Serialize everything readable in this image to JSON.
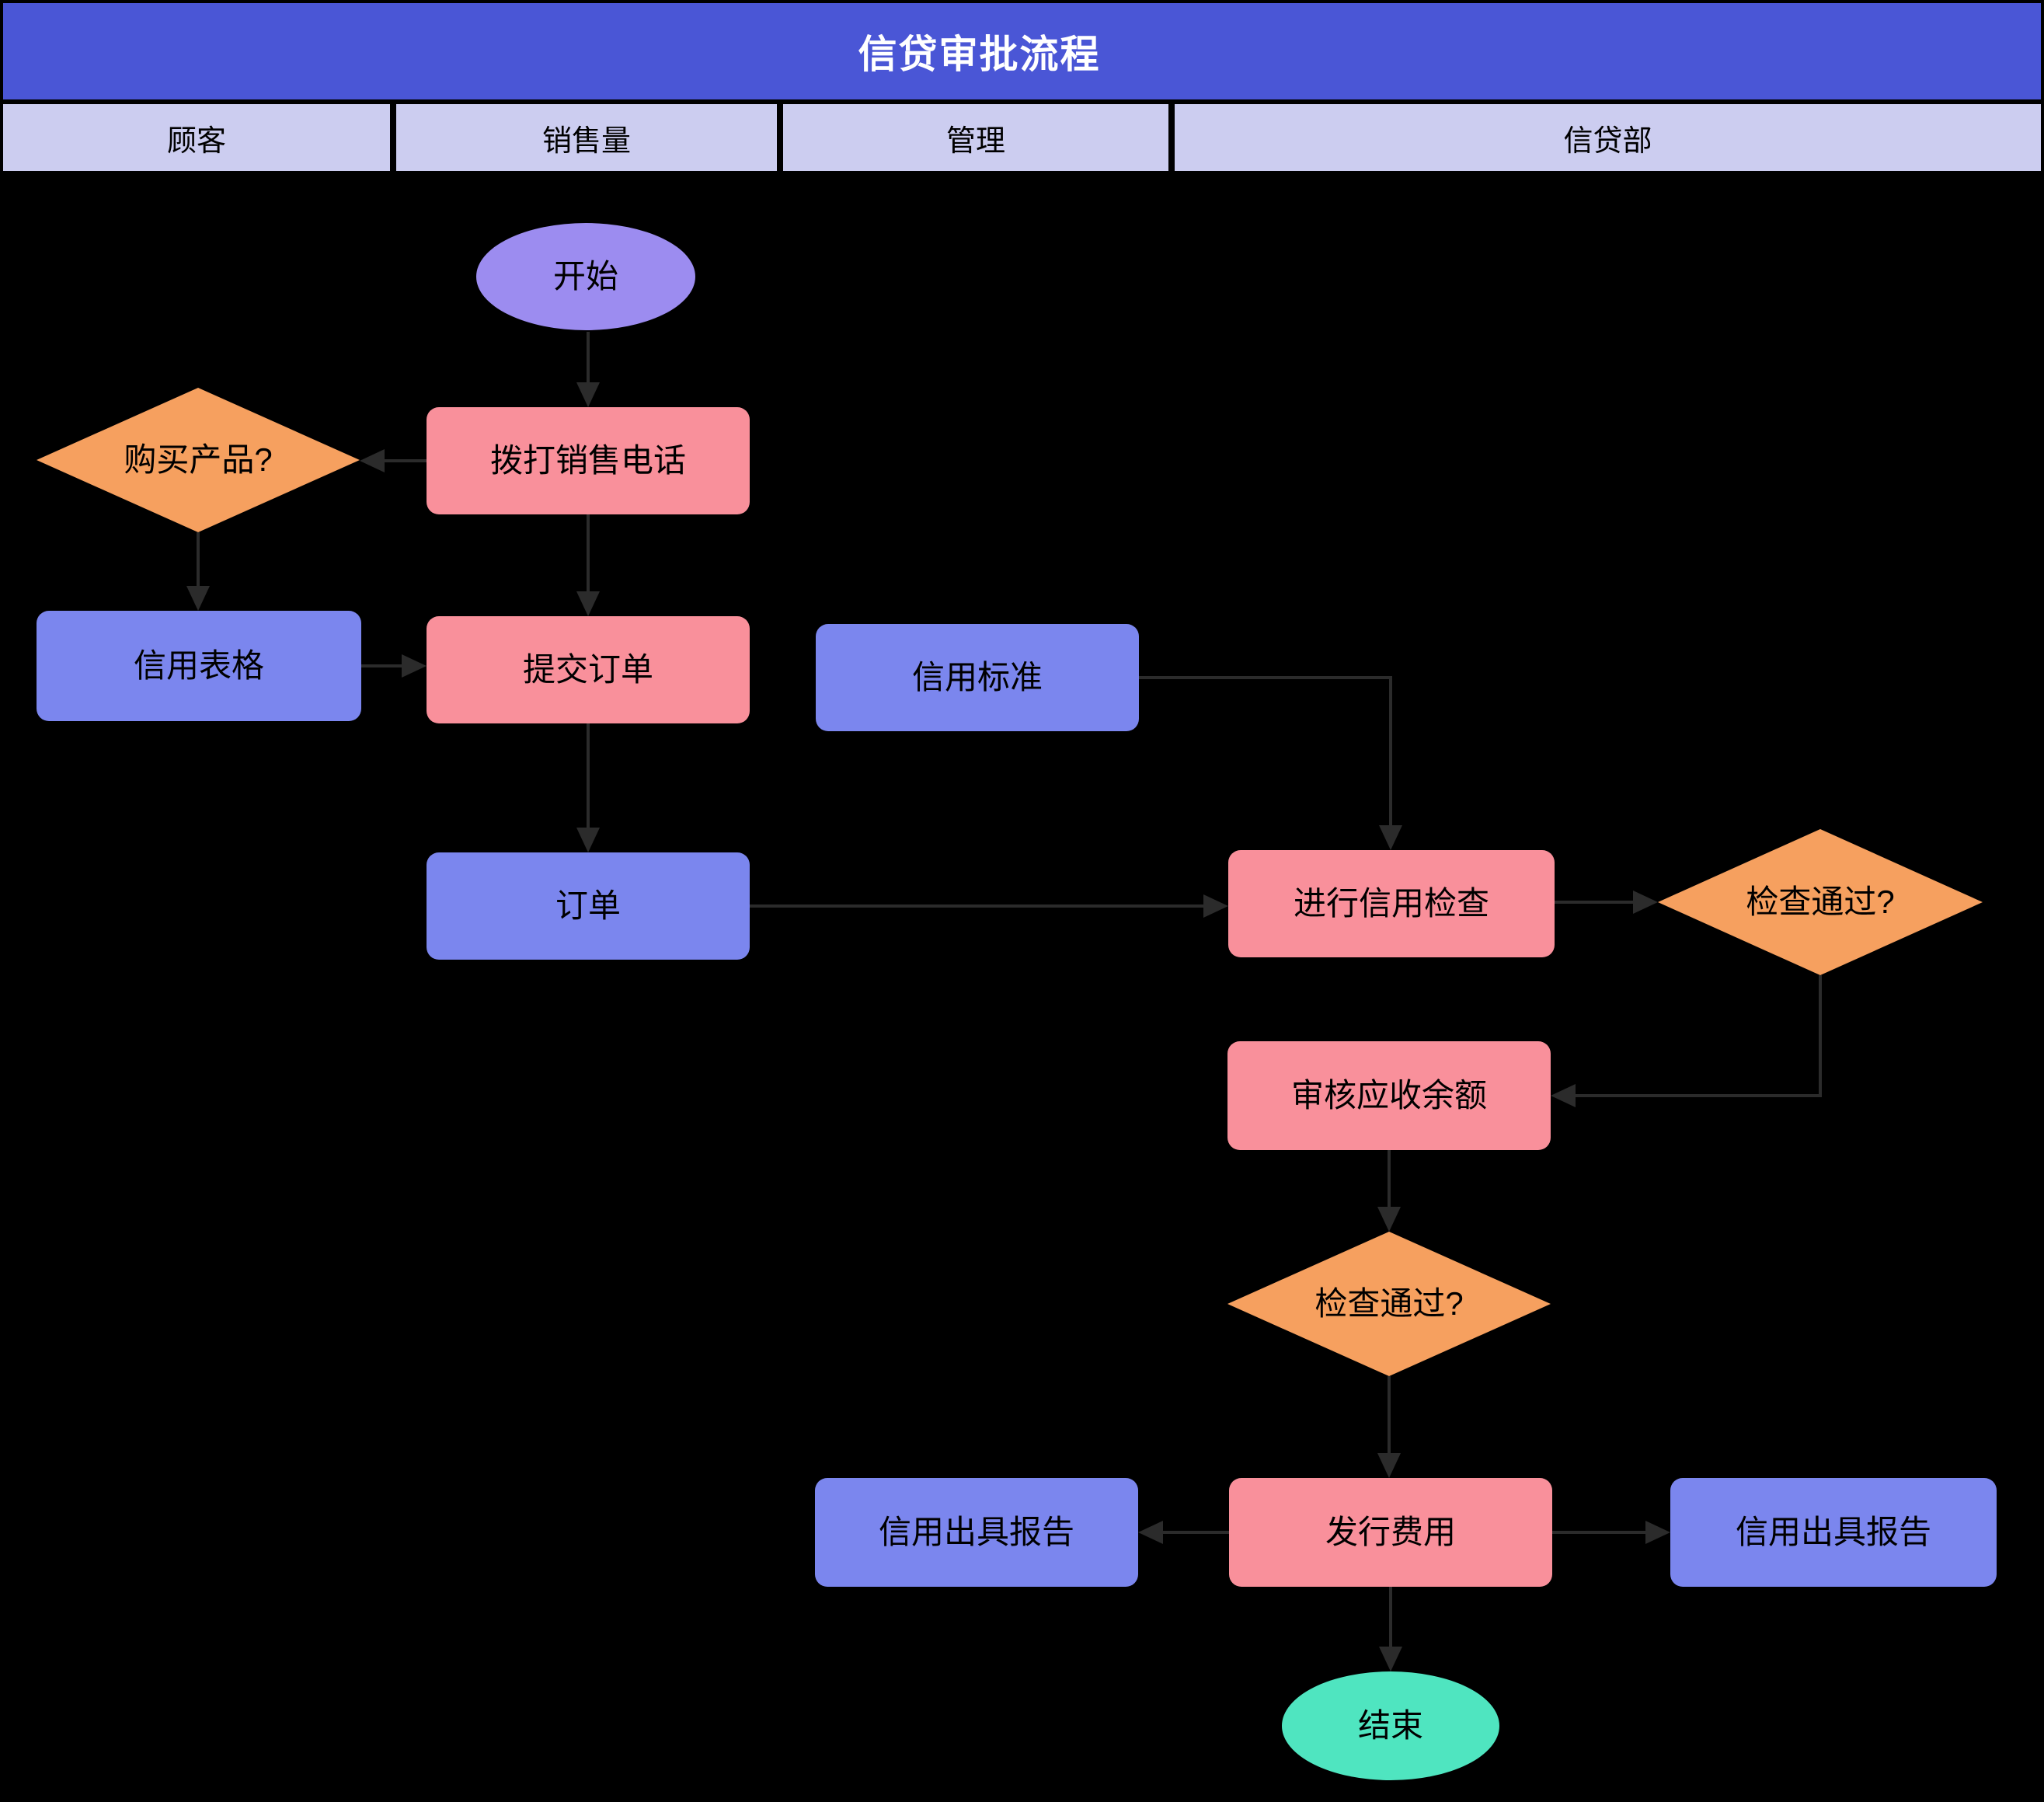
{
  "header": {
    "title": "信贷审批流程"
  },
  "lanes": [
    {
      "label": "顾客"
    },
    {
      "label": "销售量"
    },
    {
      "label": "管理"
    },
    {
      "label": "信贷部"
    }
  ],
  "nodes": {
    "start": "开始",
    "make_sales_call": "拨打销售电话",
    "buy_product_decision": "购买产品?",
    "credit_form": "信用表格",
    "submit_order": "提交订单",
    "credit_standard": "信用标准",
    "order": "订单",
    "run_credit_check": "进行信用检查",
    "check_pass_decision_1": "检查通过?",
    "review_receivable_balance": "审核应收余额",
    "check_pass_decision_2": "检查通过?",
    "issue_fee": "发行费用",
    "credit_report_left": "信用出具报告",
    "credit_report_right": "信用出具报告",
    "end": "结束"
  },
  "edges": [
    {
      "from": "start",
      "to": "make_sales_call"
    },
    {
      "from": "make_sales_call",
      "to": "buy_product_decision"
    },
    {
      "from": "buy_product_decision",
      "to": "credit_form"
    },
    {
      "from": "credit_form",
      "to": "submit_order"
    },
    {
      "from": "make_sales_call",
      "to": "submit_order"
    },
    {
      "from": "submit_order",
      "to": "order"
    },
    {
      "from": "order",
      "to": "run_credit_check"
    },
    {
      "from": "credit_standard",
      "to": "run_credit_check"
    },
    {
      "from": "run_credit_check",
      "to": "check_pass_decision_1"
    },
    {
      "from": "check_pass_decision_1",
      "to": "review_receivable_balance"
    },
    {
      "from": "review_receivable_balance",
      "to": "check_pass_decision_2"
    },
    {
      "from": "check_pass_decision_2",
      "to": "issue_fee"
    },
    {
      "from": "issue_fee",
      "to": "credit_report_left"
    },
    {
      "from": "issue_fee",
      "to": "credit_report_right"
    },
    {
      "from": "issue_fee",
      "to": "end"
    }
  ],
  "colors": {
    "background": "#000000",
    "title_bar": "#4a56d6",
    "title_text": "#ffffff",
    "lane_header": "#cccdf0",
    "start_node": "#9c8cf0",
    "process_node": "#f9909b",
    "data_node": "#7b86ee",
    "decision_node": "#f6a05f",
    "end_node": "#4fe5c0",
    "connector": "#2b2b2b"
  }
}
